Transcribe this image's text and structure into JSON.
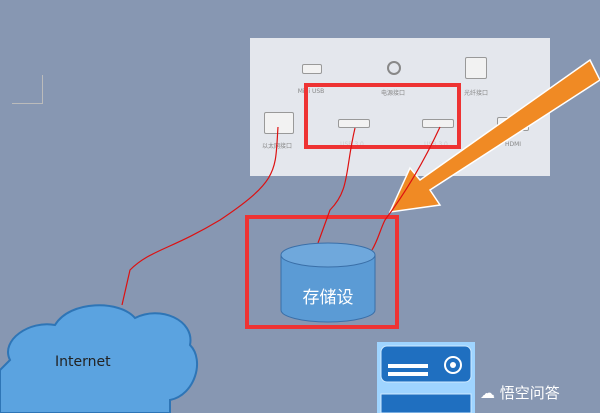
{
  "panel": {
    "ports": [
      {
        "label": "Mini USB",
        "icon": "mini-usb-port-icon"
      },
      {
        "label": "电源接口",
        "icon": "power-port-icon"
      },
      {
        "label": "光纤接口",
        "icon": "optical-port-icon"
      },
      {
        "label": "以太网接口",
        "icon": "ethernet-port-icon"
      },
      {
        "label": "USB 3.0",
        "icon": "usb-port-icon"
      },
      {
        "label": "USB 3.0",
        "icon": "usb-port-icon"
      },
      {
        "label": "HDMI",
        "icon": "hdmi-port-icon"
      }
    ]
  },
  "storage": {
    "label": "存储设"
  },
  "cloud": {
    "label": "Internet"
  },
  "watermark": {
    "text": "悟空问答"
  },
  "colors": {
    "highlight": "#ee3333",
    "arrow": "#f08a24",
    "disk": "#5b9bd5",
    "wire": "#dd1111"
  }
}
